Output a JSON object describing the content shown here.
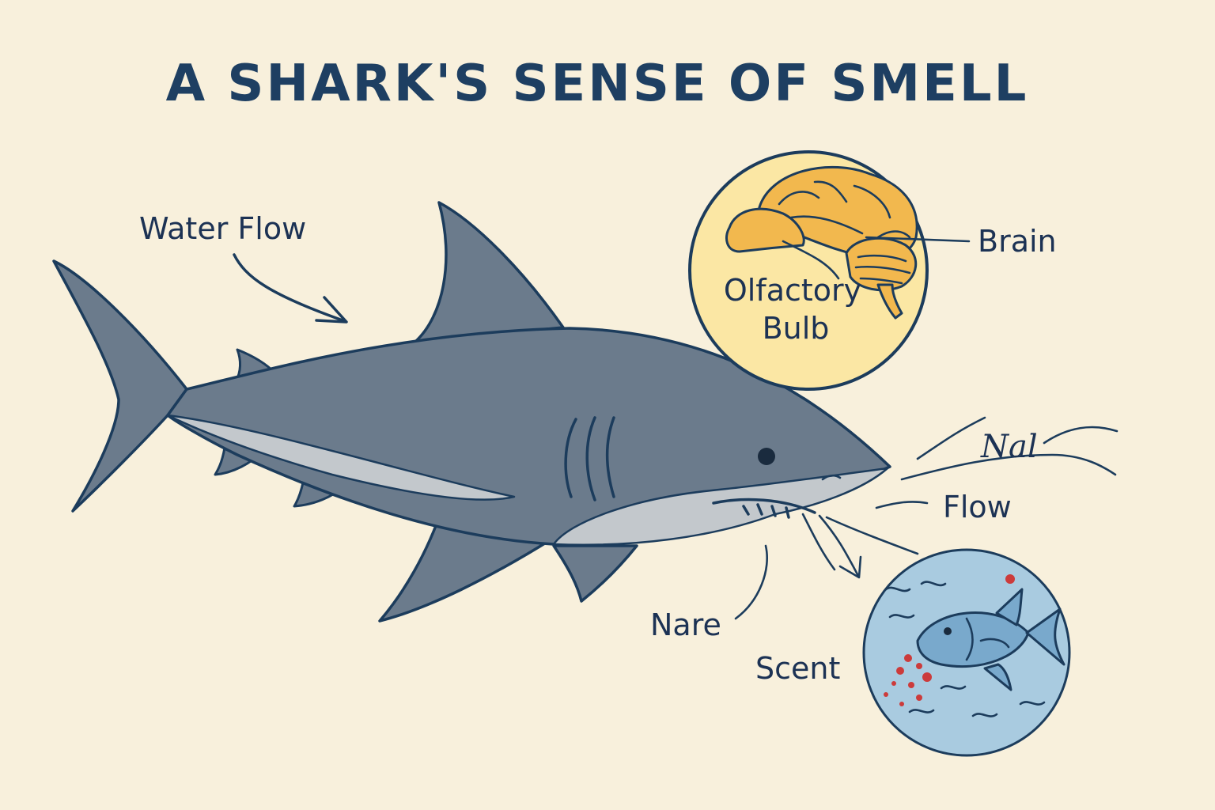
{
  "title": "A SHARK'S SENSE OF SMELL",
  "labels": {
    "water_flow": "Water Flow",
    "brain": "Brain",
    "olfactory_line1": "Olfactory",
    "olfactory_line2": "Bulb",
    "flow": "Flow",
    "nare": "Nare",
    "scent": "Scent",
    "scribble": "Nal"
  },
  "colors": {
    "background": "#f8f0dc",
    "ink": "#1c3c5c",
    "shark_body": "#6b7b8c",
    "shark_belly": "#c3c8cc",
    "brain": "#f2b84e",
    "brain_circle": "#fbe7a4",
    "water_circle": "#a9cbe0",
    "fish": "#79a9cc",
    "scent_particles": "#cc3b3b"
  },
  "icons": [
    "shark-icon",
    "brain-icon",
    "fish-icon",
    "arrow-icon"
  ]
}
